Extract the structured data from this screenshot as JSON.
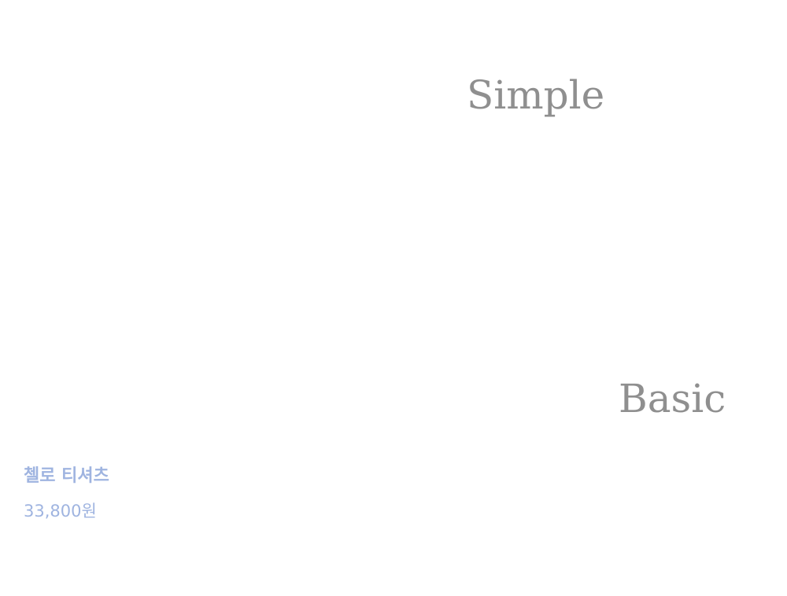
{
  "colors": {
    "background": "#ffffff",
    "hero_text": "#8f8f8f",
    "product_text": "#9fb4e0"
  },
  "hero": {
    "words": [
      "Simple",
      "Basic"
    ]
  },
  "product": {
    "name": "첼로 티셔츠",
    "price": "33,800원"
  }
}
